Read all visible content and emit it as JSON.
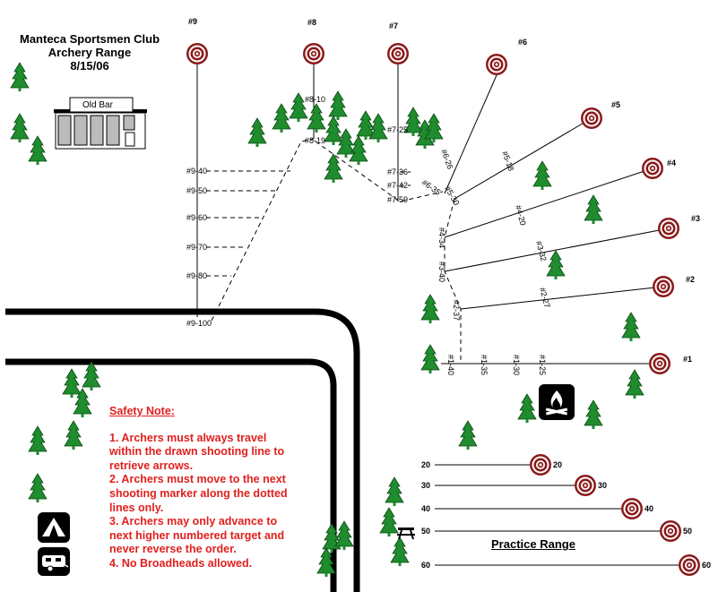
{
  "title": {
    "line1": "Manteca Sportsmen Club",
    "line2": "Archery Range",
    "line3": "8/15/06"
  },
  "building": {
    "label": "Old Bar"
  },
  "targets": [
    {
      "number": "#1"
    },
    {
      "number": "#2"
    },
    {
      "number": "#3"
    },
    {
      "number": "#4"
    },
    {
      "number": "#5"
    },
    {
      "number": "#6"
    },
    {
      "number": "#7"
    },
    {
      "number": "#8"
    },
    {
      "number": "#9"
    }
  ],
  "shooting_markers": [
    "#9-40",
    "#9-50",
    "#9-60",
    "#9-70",
    "#9-80",
    "#9-100",
    "#8-10",
    "#8-19",
    "#7-25",
    "#7-36",
    "#7-42",
    "#7-59",
    "#6-26",
    "#6-35",
    "#5-18",
    "#5-30",
    "#4-20",
    "#4-34",
    "#3-32",
    "#3-40",
    "#2-27",
    "#2-37",
    "#1-25",
    "#1-30",
    "#1-35",
    "#1-40"
  ],
  "safety": {
    "heading": "Safety Note:",
    "notes": [
      "1. Archers must always travel within the drawn shooting line to retrieve arrows.",
      "2. Archers must move to the next shooting marker along the dotted lines only.",
      "3. Archers may only advance to next higher numbered target and never reverse the order.",
      "4. No Broadheads allowed."
    ]
  },
  "practice_range": {
    "label": "Practice Range",
    "distances": [
      "20",
      "30",
      "40",
      "50",
      "60"
    ]
  },
  "icons": [
    "tree-icon",
    "campfire-icon",
    "tent-icon",
    "rv-trailer-icon",
    "picnic-table-icon",
    "target-icon"
  ],
  "colors": {
    "target_ring": "#8b1a1a",
    "safety_text": "#e0201e",
    "road": "#000000"
  }
}
